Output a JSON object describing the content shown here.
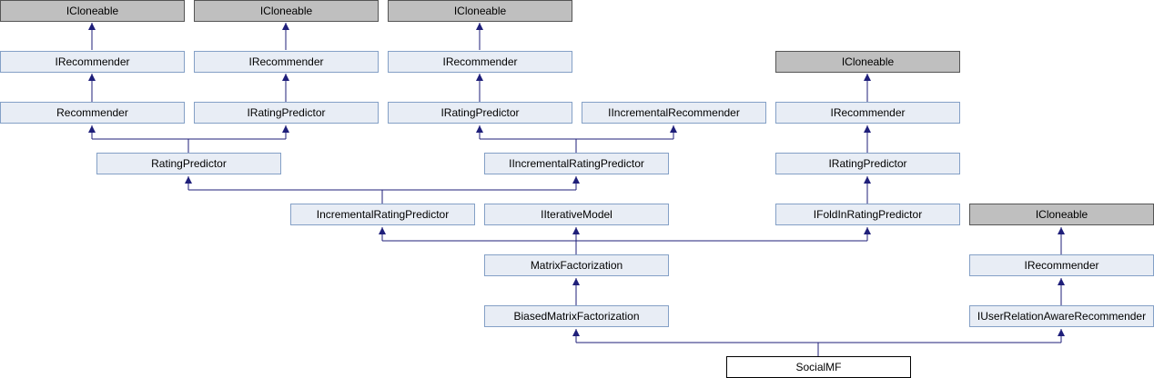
{
  "diagram": {
    "nodes": {
      "icloneable1": "ICloneable",
      "icloneable2": "ICloneable",
      "icloneable3": "ICloneable",
      "icloneable4": "ICloneable",
      "icloneable5": "ICloneable",
      "irecommender1": "IRecommender",
      "irecommender2": "IRecommender",
      "irecommender3": "IRecommender",
      "irecommender4": "IRecommender",
      "irecommender5": "IRecommender",
      "recommender": "Recommender",
      "iratingpredictor1": "IRatingPredictor",
      "iratingpredictor2": "IRatingPredictor",
      "iincrementalrecommender": "IIncrementalRecommender",
      "iratingpredictor3": "IRatingPredictor",
      "ratingpredictor": "RatingPredictor",
      "iincrementalratingpredictor": "IIncrementalRatingPredictor",
      "incrementalratingpredictor": "IncrementalRatingPredictor",
      "iiterativemodel": "IIterativeModel",
      "ifoldinratingpredictor": "IFoldInRatingPredictor",
      "matrixfactorization": "MatrixFactorization",
      "biasedmatrixfactorization": "BiasedMatrixFactorization",
      "iuserrelationawarerecommender": "IUserRelationAwareRecommender",
      "socialmf": "SocialMF"
    }
  }
}
